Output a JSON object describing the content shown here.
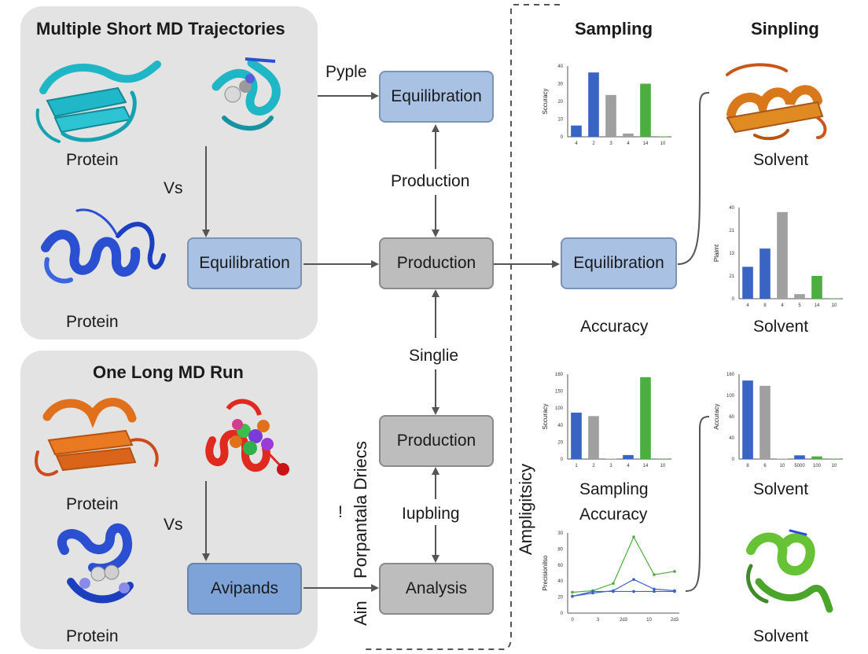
{
  "left_panels": {
    "top_title": "Multiple Short MD Trajectories",
    "bottom_title": "One Long MD Run",
    "labels": {
      "protein_1": "Protein",
      "protein_2": "Protein",
      "protein_3": "Protein",
      "protein_4": "Protein",
      "vs_1": "Vs",
      "vs_2": "Vs"
    }
  },
  "boxes": {
    "equil_top": "Equilibration",
    "equil_left": "Equilibration",
    "production_mid": "Production",
    "equil_right": "Equilibration",
    "production_low": "Production",
    "avipands": "Avipands",
    "analysis": "Analysis"
  },
  "edge_labels": {
    "pyple": "Pyple",
    "production": "Production",
    "singlie": "Singlie",
    "iupbling": "Iupbling",
    "mark": "!"
  },
  "vertical_labels": {
    "porpantala": "Porpantala Driecs",
    "ain": "Ain",
    "amplig": "Ampligitsicy"
  },
  "right_side": {
    "sampling_head": "Sampling",
    "sinpling_head": "Sinpling",
    "accuracy": "Accuracy",
    "sampling_accuracy_1": "Sampling",
    "sampling_accuracy_2": "Accuracy",
    "solvent_1": "Solvent",
    "solvent_2": "Solvent",
    "solvent_3": "Solvent",
    "solvent_4": "Solvent"
  },
  "colors": {
    "blue": "#3a64c4",
    "gray": "#a0a0a0",
    "green": "#4cae3f",
    "panel": "#e3e3e3",
    "teal_protein": "#1fb6c6",
    "orange_protein": "#e0701c",
    "navy_protein": "#2a4fd0",
    "lime_protein": "#67c236"
  },
  "chart_data": [
    {
      "type": "bar",
      "ylabel": "Sccuracy",
      "yticks": [
        "0",
        "10",
        "20",
        "30",
        "40"
      ],
      "xticks": [
        "4",
        "2",
        "3",
        "4",
        "14",
        "10"
      ],
      "values": [
        7,
        40,
        26,
        2,
        33,
        0
      ],
      "bar_colors": [
        "#3a64c4",
        "#3a64c4",
        "#a0a0a0",
        "#a0a0a0",
        "#4cae3f",
        "#4cae3f"
      ],
      "ylim": [
        0,
        44
      ]
    },
    {
      "type": "bar",
      "ylabel": "Plaimt",
      "yticks": [
        "0",
        "21",
        "13",
        "21",
        "40"
      ],
      "xticks": [
        "4",
        "8",
        "4",
        "5",
        "14",
        "10"
      ],
      "values": [
        14,
        22,
        38,
        2,
        10,
        0
      ],
      "bar_colors": [
        "#3a64c4",
        "#3a64c4",
        "#a0a0a0",
        "#a0a0a0",
        "#4cae3f",
        "#4cae3f"
      ],
      "ylim": [
        0,
        40
      ]
    },
    {
      "type": "bar",
      "ylabel": "Sccuracy",
      "yticks": [
        "0",
        "20",
        "40",
        "100",
        "150",
        "160"
      ],
      "xticks": [
        "1",
        "2",
        "3",
        "4",
        "14",
        "10"
      ],
      "values": [
        93,
        86,
        0,
        8,
        164,
        0
      ],
      "bar_colors": [
        "#3a64c4",
        "#a0a0a0",
        "#a0a0a0",
        "#3a64c4",
        "#4cae3f",
        "#4cae3f"
      ],
      "ylim": [
        0,
        170
      ]
    },
    {
      "type": "bar",
      "ylabel": "Accuracy",
      "yticks": [
        "0",
        "40",
        "60",
        "100",
        "160"
      ],
      "xticks": [
        "8",
        "6",
        "10",
        "5000",
        "100",
        "10"
      ],
      "values": [
        148,
        138,
        0,
        7,
        5,
        0
      ],
      "bar_colors": [
        "#3a64c4",
        "#a0a0a0",
        "#a0a0a0",
        "#3a64c4",
        "#4cae3f",
        "#4cae3f"
      ],
      "ylim": [
        0,
        160
      ]
    },
    {
      "type": "line",
      "ylabel": "Precisionilso",
      "yticks": [
        "0",
        "20",
        "40",
        "60",
        "80",
        "30"
      ],
      "x": [
        "0",
        "3",
        "2d3",
        "10",
        "2d3"
      ],
      "series": [
        {
          "color": "#4cae3f",
          "values": [
            26,
            28,
            37,
            95,
            48,
            52
          ]
        },
        {
          "color": "#3a64c4",
          "values": [
            21,
            25,
            28,
            42,
            30,
            28
          ]
        },
        {
          "color": "#3a64c4",
          "values": [
            21,
            27,
            27,
            27,
            27,
            27
          ]
        }
      ],
      "ylim": [
        0,
        100
      ]
    }
  ]
}
